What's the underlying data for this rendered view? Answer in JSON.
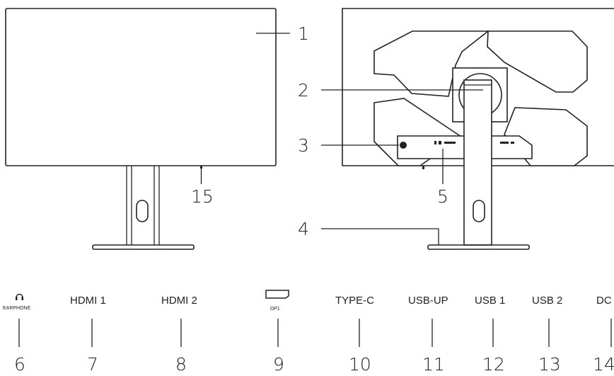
{
  "front_view": {
    "callout_screen": "1",
    "callout_power_led": "15"
  },
  "back_view": {
    "callout_stand_mount": "2",
    "callout_joystick": "3",
    "callout_stand_base": "4",
    "callout_ports_area": "5"
  },
  "ports": [
    {
      "number": "6",
      "label": "EARPHONE",
      "icon": "headphone-icon"
    },
    {
      "number": "7",
      "label": "HDMI 1"
    },
    {
      "number": "8",
      "label": "HDMI 2"
    },
    {
      "number": "9",
      "label": "DP1",
      "icon": "displayport-icon"
    },
    {
      "number": "10",
      "label": "TYPE-C"
    },
    {
      "number": "11",
      "label": "USB-UP"
    },
    {
      "number": "12",
      "label": "USB 1"
    },
    {
      "number": "13",
      "label": "USB 2"
    },
    {
      "number": "14",
      "label": "DC"
    }
  ]
}
